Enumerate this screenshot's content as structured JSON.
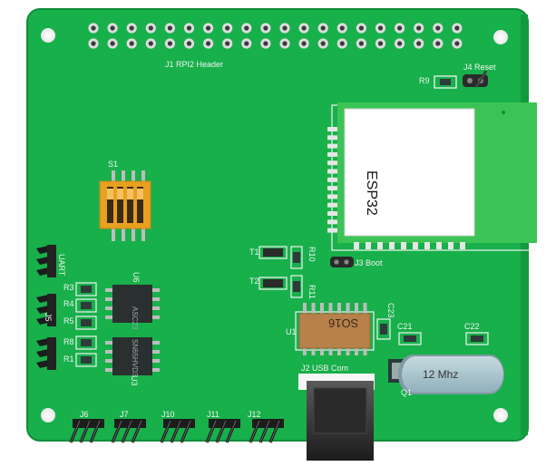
{
  "board": {
    "colors": {
      "pcb": "#17b04a",
      "pcb_edge": "#0f8e39",
      "silk": "#f2f2f2",
      "module": "#3bc455",
      "chip": "#2a2f2f",
      "orange": "#e8a020",
      "brown": "#b8804a"
    }
  },
  "labels": {
    "j1": "J1 RPI2 Header",
    "r9": "R9",
    "j4": "J4 Reset",
    "esp32": "ESP32",
    "s1": "S1",
    "uart": "UART",
    "t1": "T1",
    "t2": "T2",
    "r10": "R10",
    "r11": "R11",
    "j3": "J3 Boot",
    "r3": "R3",
    "r4": "R4",
    "r5": "R5",
    "r8": "R8",
    "r1": "R1",
    "j5": "J5",
    "u6": "U6",
    "u6_mark": "ASC23",
    "u3": "U3",
    "u3_mark": "SN65HVD3",
    "u1": "U1",
    "u1_mark": "SO16",
    "c23": "C23",
    "c21": "C21",
    "c22": "C22",
    "j2": "J2 USB Com",
    "crystal": "12 Mhz",
    "q1": "Q1",
    "j6": "J6",
    "j7": "J7",
    "j10": "J10",
    "j11": "J11",
    "j12": "J12"
  }
}
